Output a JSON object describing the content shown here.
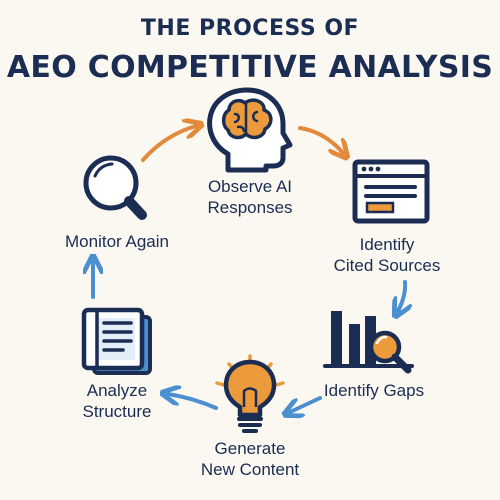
{
  "title": {
    "line1": "THE PROCESS OF",
    "line2": "AEO COMPETITIVE ANALYSIS"
  },
  "steps": [
    {
      "label_lines": [
        "Observe AI",
        "Responses"
      ],
      "icon": "brain-head-icon"
    },
    {
      "label_lines": [
        "Identify",
        "Cited Sources"
      ],
      "icon": "browser-window-icon"
    },
    {
      "label_lines": [
        "Identify Gaps"
      ],
      "icon": "bar-chart-magnifier-icon"
    },
    {
      "label_lines": [
        "Generate",
        "New Content"
      ],
      "icon": "lightbulb-icon"
    },
    {
      "label_lines": [
        "Analyze",
        "Structure"
      ],
      "icon": "document-stack-icon"
    },
    {
      "label_lines": [
        "Monitor Again"
      ],
      "icon": "magnifying-glass-icon"
    }
  ],
  "colors": {
    "navy": "#1b2d52",
    "orange": "#e38a3a",
    "blue": "#4a8fcf",
    "background": "#fbf8f1"
  }
}
